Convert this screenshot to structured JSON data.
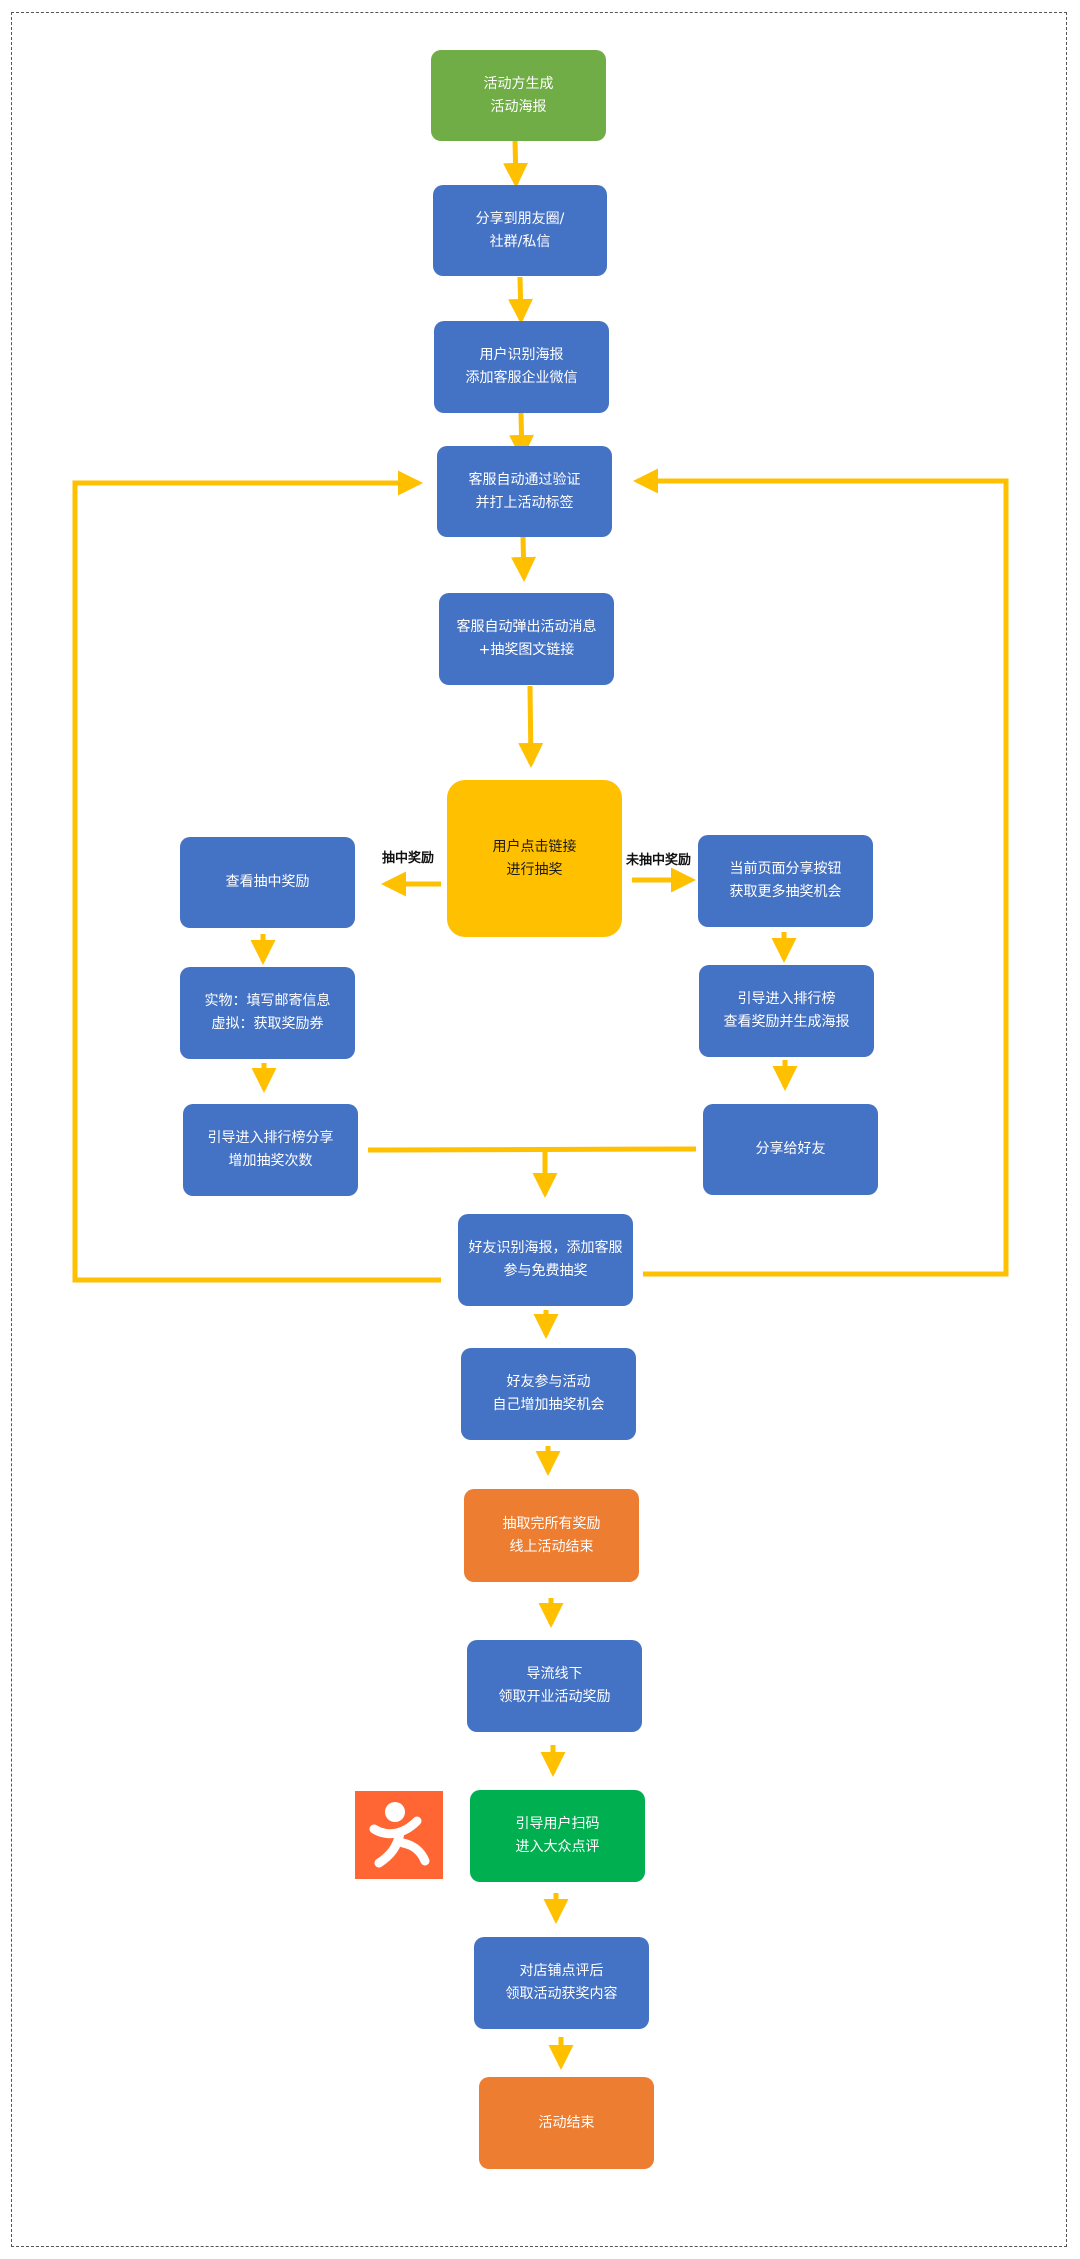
{
  "colors": {
    "connector": "#ffc000",
    "process": "#4472c4",
    "start": "#70ad47",
    "decision": "#ffc000",
    "end": "#ed7d31",
    "review": "#00b050",
    "logo": "#ff6633"
  },
  "nodes": {
    "poster": [
      "活动方生成",
      "活动海报"
    ],
    "share": [
      "分享到朋友圈/",
      "社群/私信"
    ],
    "scan": [
      "用户识别海报",
      "添加客服企业微信"
    ],
    "verify": [
      "客服自动通过验证",
      "并打上活动标签"
    ],
    "popup": [
      "客服自动弹出活动消息",
      "+抽奖图文链接"
    ],
    "draw": [
      "用户点击链接",
      "进行抽奖"
    ],
    "view_prize": [
      "查看抽中奖励"
    ],
    "claim": [
      "实物：填写邮寄信息",
      "虚拟：获取奖励券"
    ],
    "rank_share": [
      "引导进入排行榜分享",
      "增加抽奖次数"
    ],
    "share_btn": [
      "当前页面分享按钮",
      "获取更多抽奖机会"
    ],
    "rank_poster": [
      "引导进入排行榜",
      "查看奖励并生成海报"
    ],
    "share_friend": [
      "分享给好友"
    ],
    "friend_scan": [
      "好友识别海报，添加客服",
      "参与免费抽奖"
    ],
    "friend_join": [
      "好友参与活动",
      "自己增加抽奖机会"
    ],
    "online_end": [
      "抽取完所有奖励",
      "线上活动结束"
    ],
    "offline": [
      "导流线下",
      "领取开业活动奖励"
    ],
    "review_scan": [
      "引导用户扫码",
      "进入大众点评"
    ],
    "review_claim": [
      "对店铺点评后",
      "领取活动获奖内容"
    ],
    "end": [
      "活动结束"
    ]
  },
  "labels": {
    "win": "抽中奖励",
    "lose": "未抽中奖励"
  },
  "logo_icon": "dianping-logo-icon"
}
